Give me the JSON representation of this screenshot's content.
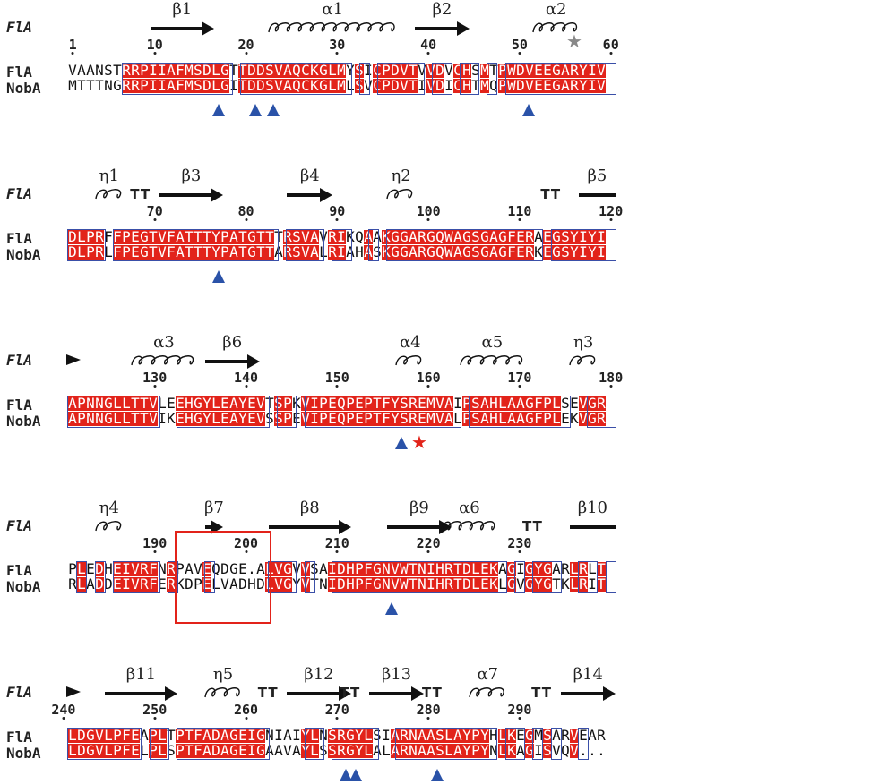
{
  "structure_label": "FlA",
  "seq_names": [
    "FlA",
    "NobA"
  ],
  "continuation": "...",
  "rows": [
    {
      "start": 1,
      "flA": "VAANSTRRPIIAFMSDLGTTDDSVAQCKGLMYSICPDVTVVDVCHSMTPWDVEEGARYIV",
      "nobA": "MTTTNGRRPIIAFMSDLGITDDSVAQCKGLMLSVCPDVTIVDICHTMQPWDVEEGARYIV",
      "numbers": [
        1,
        10,
        20,
        30,
        40,
        50,
        60
      ],
      "ss": [
        {
          "t": "strand",
          "label": "β1",
          "from": 10,
          "to": 16
        },
        {
          "t": "helix",
          "label": "α1",
          "from": 23,
          "to": 36
        },
        {
          "t": "strand",
          "label": "β2",
          "from": 39,
          "to": 44
        },
        {
          "t": "helix",
          "label": "α2",
          "from": 52,
          "to": 56
        }
      ],
      "tri": [
        17,
        21,
        23,
        51
      ],
      "gray_star": [
        56
      ],
      "red_star": []
    },
    {
      "start": 61,
      "flA": "DLPRFFPEGTVFATTTYPATGTTTRSVAVRIKQAAKGGARGQWAGSGAGFERAEGSYIYI",
      "nobA": "DLPRLFPEGTVFATTTYPATGTTARSVALRIAHASKGGARGQWAGSGAGFERKEGSYIYI",
      "numbers": [
        70,
        80,
        90,
        100,
        110,
        120
      ],
      "ss": [
        {
          "t": "eta",
          "label": "η1",
          "from": 64,
          "to": 66
        },
        {
          "t": "tt",
          "label": "TT",
          "from": 68,
          "to": 69
        },
        {
          "t": "strand",
          "label": "β3",
          "from": 71,
          "to": 77
        },
        {
          "t": "strand",
          "label": "β4",
          "from": 85,
          "to": 89
        },
        {
          "t": "eta",
          "label": "η2",
          "from": 96,
          "to": 98
        },
        {
          "t": "tt",
          "label": "TT",
          "from": 113,
          "to": 114
        },
        {
          "t": "bar",
          "label": "β5",
          "from": 117,
          "to": 120
        }
      ],
      "tri": [
        77
      ],
      "gray_star": [],
      "red_star": []
    },
    {
      "start": 121,
      "flA": "APNNGLLTTVLEEHGYLEAYEVTSPKVIPEQPEPTFYSREMVAIPSAHLAAGFPLSEVGR",
      "nobA": "APNNGLLTTVIKEHGYLEAYEVSSPEVIPEQPEPTFYSREMVALPSAHLAAGFPLEKVGR",
      "numbers": [
        130,
        140,
        150,
        160,
        170,
        180
      ],
      "ss": [
        {
          "t": "cont",
          "label": "",
          "from": 121,
          "to": 121
        },
        {
          "t": "helix",
          "label": "α3",
          "from": 128,
          "to": 134
        },
        {
          "t": "strand",
          "label": "β6",
          "from": 136,
          "to": 141
        },
        {
          "t": "helix",
          "label": "α4",
          "from": 157,
          "to": 159
        },
        {
          "t": "helix",
          "label": "α5",
          "from": 164,
          "to": 170
        },
        {
          "t": "eta",
          "label": "η3",
          "from": 176,
          "to": 178
        }
      ],
      "tri": [
        157
      ],
      "gray_star": [],
      "red_star": [
        159
      ]
    },
    {
      "start": 181,
      "flA": "PLEDHEIVRFNRPAVEQDGE.ALVGVVSAIDHPFGNVWTNIHRTDLEKAGIGYGARLRLT",
      "nobA": "RLADDEIVRFERKDPELVADHDLVGYVTNIDHPFGNVWTNIHRTDLEKLGVGYGTKLRIT",
      "numbers": [
        190,
        200,
        210,
        220,
        230
      ],
      "ss": [
        {
          "t": "eta",
          "label": "η4",
          "from": 184,
          "to": 186
        },
        {
          "t": "strand",
          "label": "β7",
          "from": 196,
          "to": 197
        },
        {
          "t": "strand",
          "label": "β8",
          "from": 203,
          "to": 211
        },
        {
          "t": "strand",
          "label": "β9",
          "from": 216,
          "to": 222
        },
        {
          "t": "helix",
          "label": "α6",
          "from": 222,
          "to": 227
        },
        {
          "t": "tt",
          "label": "TT",
          "from": 231,
          "to": 232
        },
        {
          "t": "bar",
          "label": "β10",
          "from": 236,
          "to": 240
        }
      ],
      "tri": [
        216
      ],
      "gray_star": [],
      "red_star": []
    },
    {
      "start": 241,
      "flA": "LDGVLPFEAPLTPTFADAGEIGNIAIYLNSRGYLSIARNAASLAYPYHLKEGMSARVEAR",
      "nobA": "LDGVLPFELPLSPTFADAGEIGAAVAYLSSRGYLALARNAASLAYPYNLKAGISVQV...",
      "numbers": [
        240,
        250,
        260,
        270,
        280,
        290
      ],
      "ss": [
        {
          "t": "cont",
          "label": "",
          "from": 241,
          "to": 241
        },
        {
          "t": "strand",
          "label": "β11",
          "from": 245,
          "to": 252
        },
        {
          "t": "eta",
          "label": "η5",
          "from": 256,
          "to": 259
        },
        {
          "t": "tt",
          "label": "TT",
          "from": 262,
          "to": 263
        },
        {
          "t": "strand",
          "label": "β12",
          "from": 265,
          "to": 271
        },
        {
          "t": "tt",
          "label": "TT",
          "from": 271,
          "to": 272
        },
        {
          "t": "strand",
          "label": "β13",
          "from": 274,
          "to": 279
        },
        {
          "t": "tt",
          "label": "TT",
          "from": 280,
          "to": 281
        },
        {
          "t": "eta",
          "label": "α7",
          "from": 285,
          "to": 288
        },
        {
          "t": "tt",
          "label": "TT",
          "from": 292,
          "to": 293
        },
        {
          "t": "strand",
          "label": "β14",
          "from": 295,
          "to": 300
        }
      ],
      "tri": [
        271,
        272,
        281
      ],
      "gray_star": [],
      "red_star": []
    }
  ],
  "boxed_region": {
    "from": 193,
    "to": 202
  }
}
